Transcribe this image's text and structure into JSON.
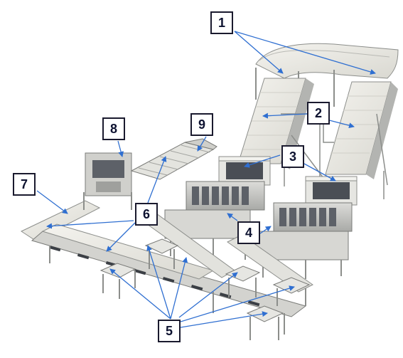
{
  "figure": {
    "colors": {
      "arrow": "#2f6fd1",
      "callout_border": "#1a1a2e",
      "callout_text": "#0d1230",
      "steel": "#c8c9c6",
      "steel_dark": "#8c8e8b",
      "belt": "#ecebe4",
      "panel_dark": "#4a4e55",
      "background": "#ffffff"
    },
    "callouts": [
      {
        "id": "c1",
        "label": "1"
      },
      {
        "id": "c2",
        "label": "2"
      },
      {
        "id": "c3",
        "label": "3"
      },
      {
        "id": "c4",
        "label": "4"
      },
      {
        "id": "c5",
        "label": "5"
      },
      {
        "id": "c6",
        "label": "6"
      },
      {
        "id": "c7",
        "label": "7"
      },
      {
        "id": "c8",
        "label": "8"
      },
      {
        "id": "c9",
        "label": "9"
      }
    ]
  }
}
